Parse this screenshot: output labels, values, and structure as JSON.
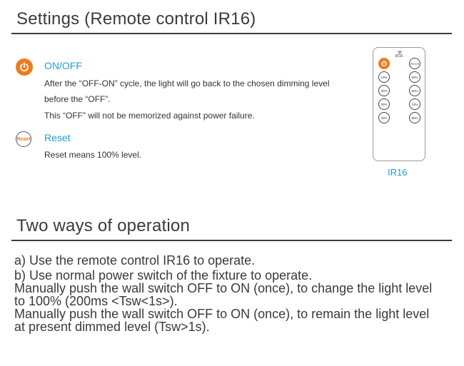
{
  "settings": {
    "title": "Settings (Remote control IR16)",
    "onoff": {
      "heading": "ON/OFF",
      "line1": "After the “OFF-ON” cycle, the light will go back to the chosen dimming level before the “OFF”.",
      "line2": "This “OFF” will not be memorized against power failure."
    },
    "reset": {
      "icon_label": "Reset",
      "heading": "Reset",
      "line1": "Reset means 100% level."
    }
  },
  "remote": {
    "brand": "IR16",
    "caption": "IR16",
    "reset_label": "Reset",
    "left_buttons": [
      "10%",
      "20%",
      "30%",
      "40%"
    ],
    "right_buttons": [
      "50%",
      "60%",
      "70%",
      "80%"
    ],
    "accent_color": "#f07a1e"
  },
  "operation": {
    "title": "Two ways of operation",
    "lines": [
      "a) Use the remote control IR16 to operate.",
      "b) Use normal power switch of the fixture to operate.",
      "Manually push the wall switch OFF to ON (once), to change the light level",
      "to 100% (200ms <Tsw<1s>).",
      "Manually push the wall switch OFF to ON (once), to remain the light level",
      "at present dimmed level (Tsw>1s)."
    ]
  },
  "colors": {
    "accent_blue": "#1a9fd8",
    "accent_orange": "#f07a1e",
    "text": "#333333"
  }
}
